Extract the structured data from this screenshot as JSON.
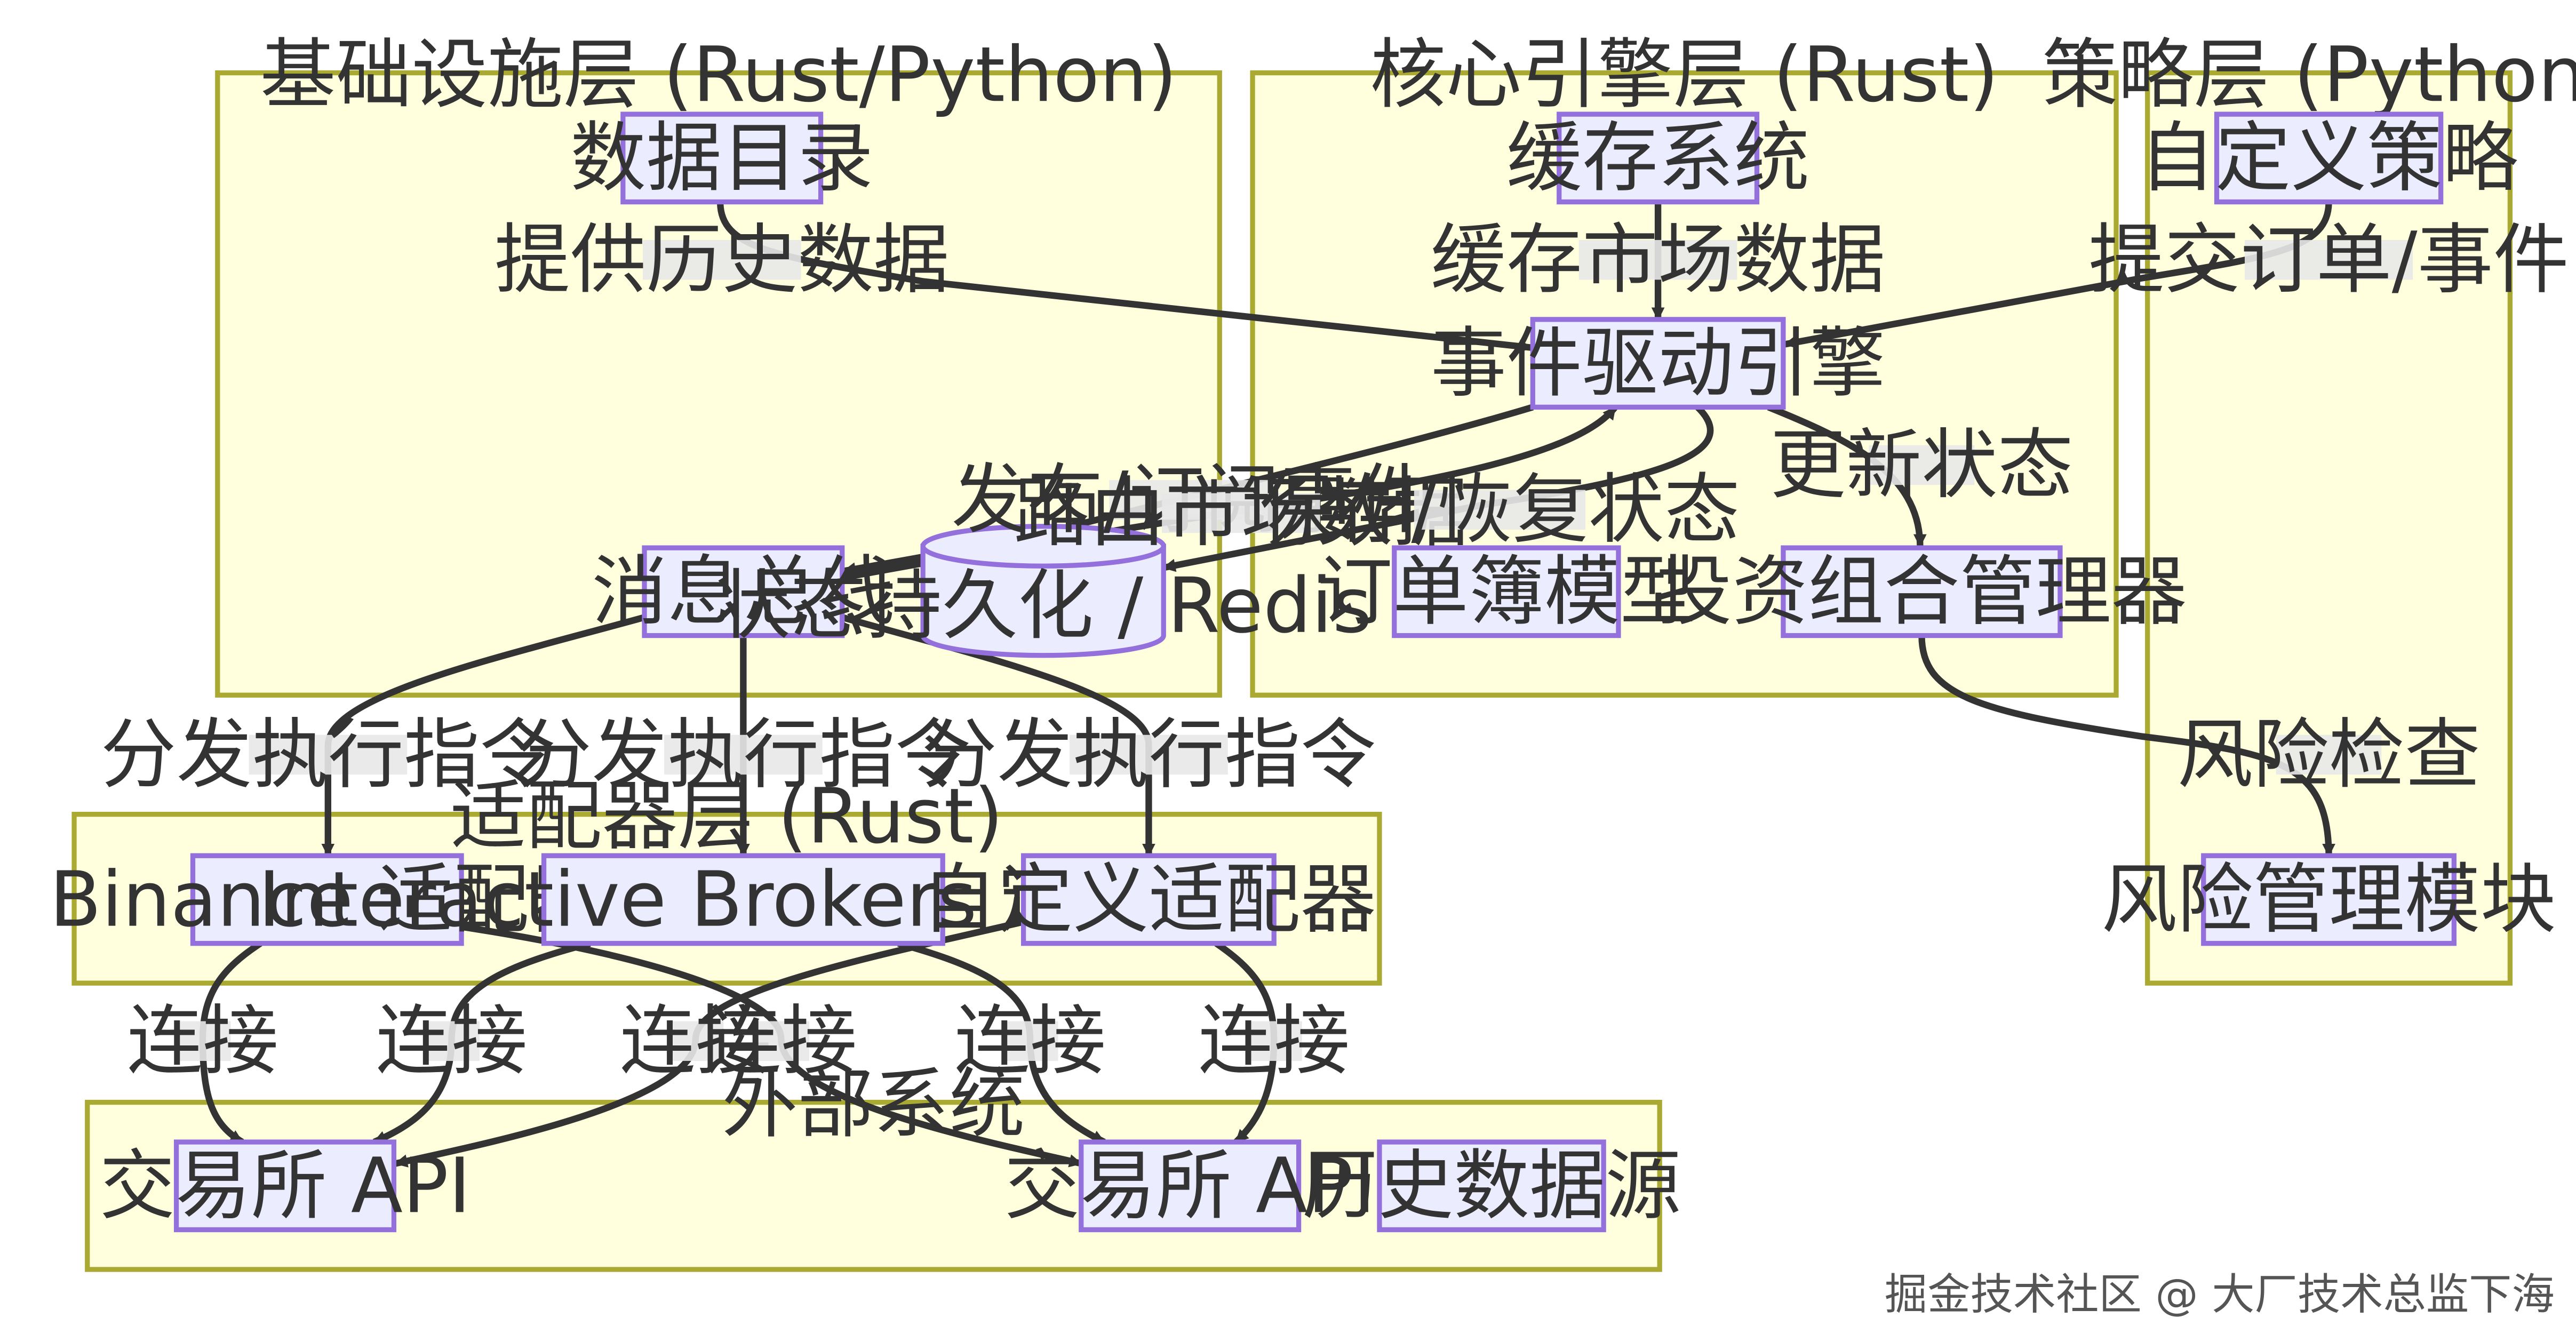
{
  "clusters": {
    "infra": "基础设施层 (Rust/Python)",
    "core": "核心引擎层 (Rust)",
    "strategy": "策略层 (Python)",
    "adapter": "适配器层 (Rust)",
    "external": "外部系统"
  },
  "nodes": {
    "data_catalog": "数据目录",
    "message_bus": "消息总线",
    "state_store": "状态持久化 / Redis",
    "cache": "缓存系统",
    "engine": "事件驱动引擎",
    "orderbook": "订单簿模型",
    "portfolio": "投资组合管理器",
    "custom_strategy": "自定义策略",
    "risk": "风险管理模块",
    "binance": "Binance 适配器",
    "ib": "Interactive Brokers 适配器",
    "custom_adapter": "自定义适配器",
    "exchange_api_1": "交易所 API",
    "exchange_api_2": "交易所 API",
    "history_source": "历史数据源"
  },
  "edges": {
    "provide_history": "提供历史数据",
    "cache_market": "缓存市场数据",
    "submit_order": "提交订单/事件",
    "pubsub": "发布/订阅事件",
    "route_market": "路由市场数据",
    "save_restore": "保存/恢复状态",
    "update_state": "更新状态",
    "risk_check": "风险检查",
    "dispatch_1": "分发执行指令",
    "dispatch_2": "分发执行指令",
    "dispatch_3": "分发执行指令",
    "connect_1": "连接",
    "connect_2": "连接",
    "connect_3": "连接",
    "connect_4": "连接",
    "connect_5": "连接",
    "connect_6": "连接"
  },
  "watermark": "掘金技术社区 @ 大厂技术总监下海",
  "colors": {
    "cluster_fill": "#ffffde",
    "cluster_stroke": "#aaaa33",
    "node_fill": "#ececff",
    "node_stroke": "#9370db",
    "edge": "#333333",
    "label_bg": "#e8e8e8"
  }
}
